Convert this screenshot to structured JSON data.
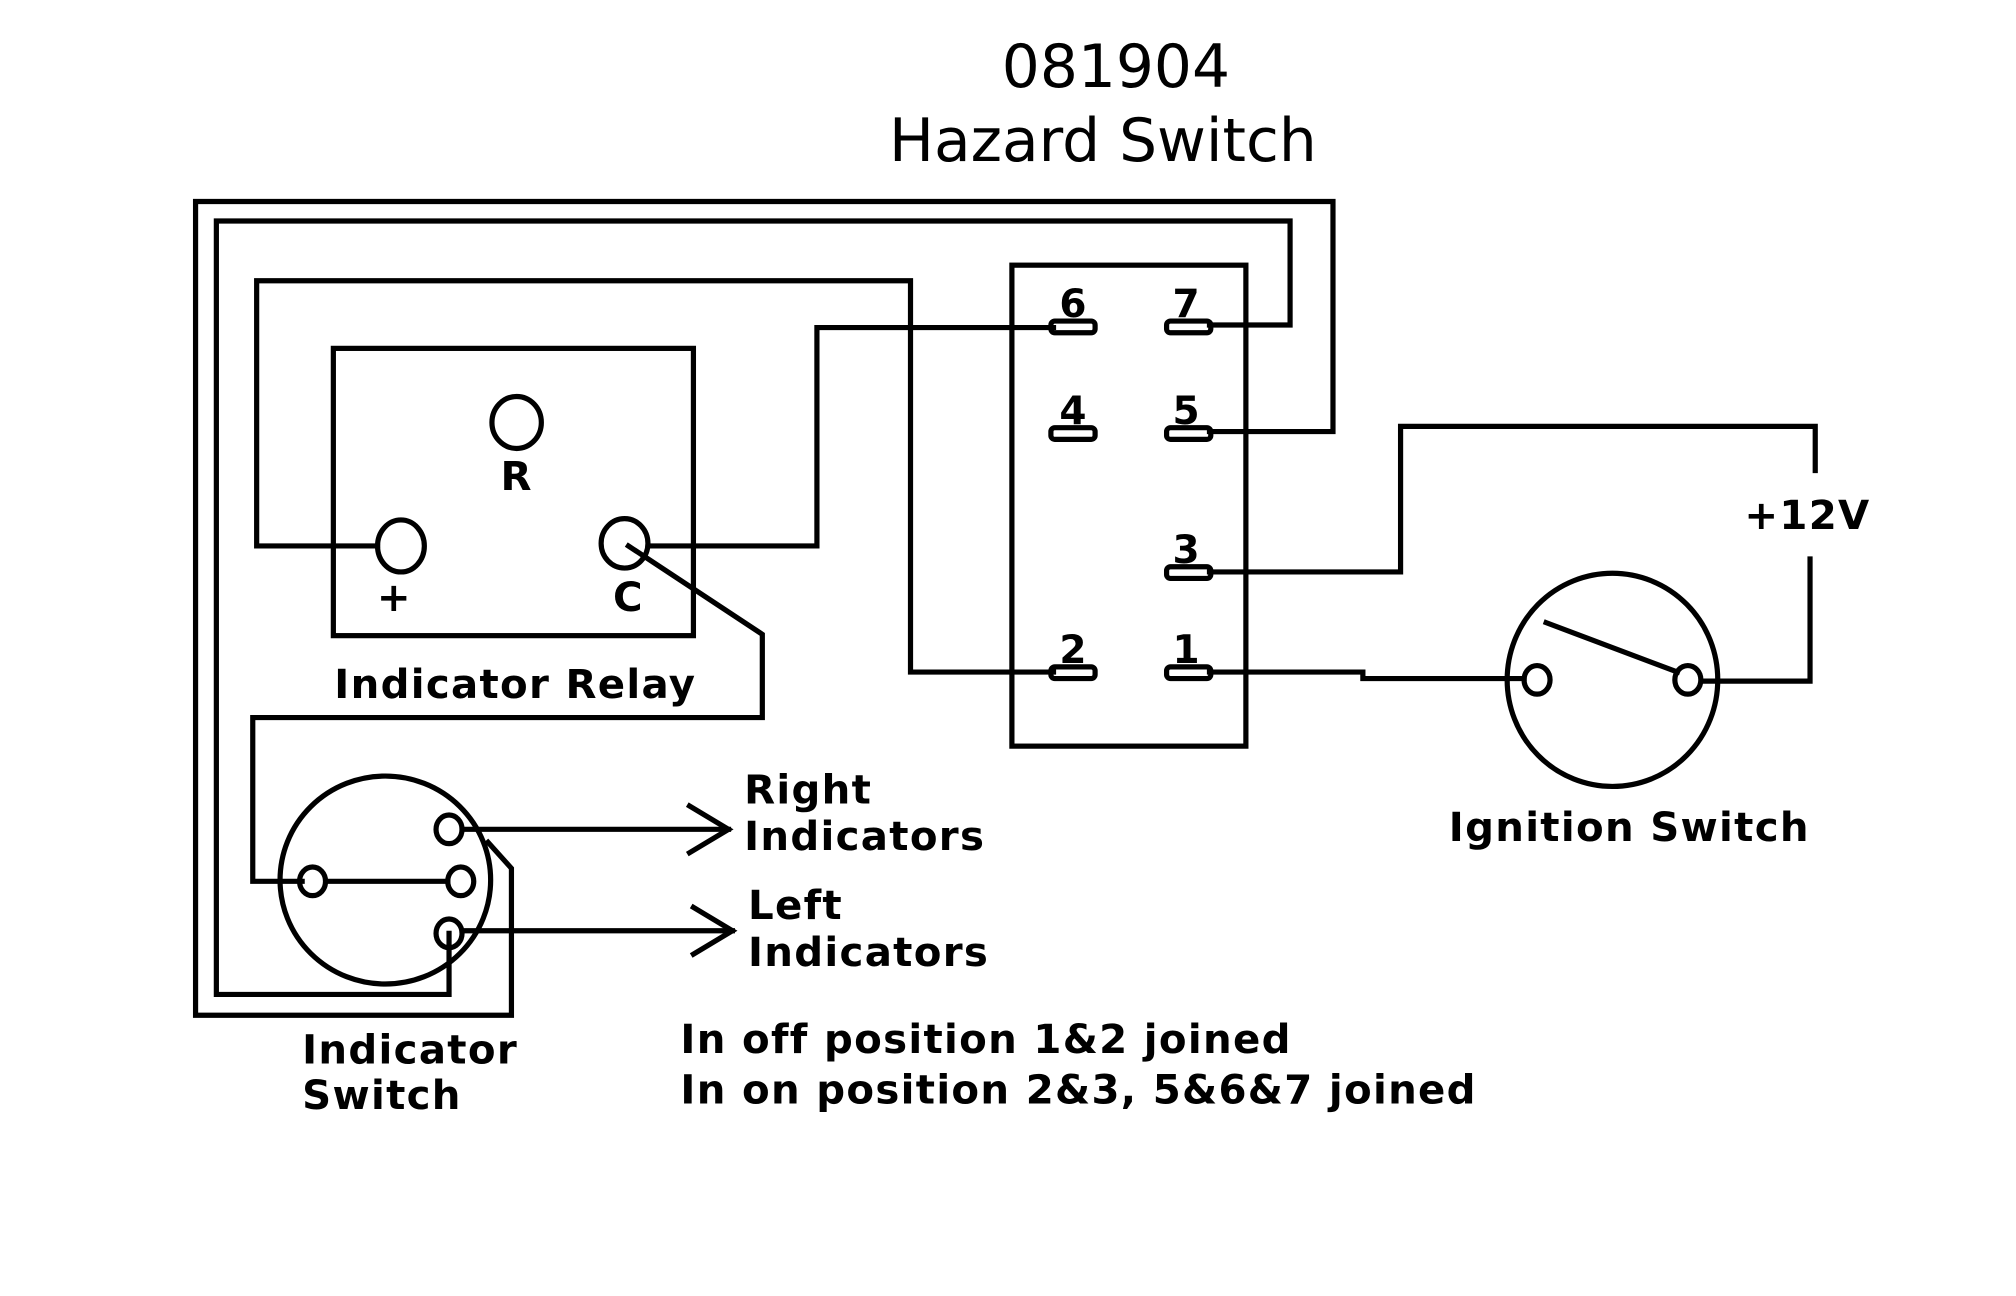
{
  "title": {
    "part_number": "081904",
    "name": "Hazard Switch"
  },
  "components": {
    "indicator_relay": {
      "label": "Indicator Relay",
      "terminals": {
        "r": "R",
        "plus": "+",
        "c": "C"
      }
    },
    "hazard_switch_block": {
      "terminals": [
        "6",
        "7",
        "4",
        "5",
        "3",
        "2",
        "1"
      ]
    },
    "ignition_switch": {
      "label": "Ignition Switch"
    },
    "indicator_switch": {
      "label_line1": "Indicator",
      "label_line2": "Switch"
    },
    "supply": {
      "label": "+12V"
    },
    "outputs": {
      "right_line1": "Right",
      "right_line2": "Indicators",
      "left_line1": "Left",
      "left_line2": "Indicators"
    }
  },
  "notes": {
    "off_position": "In off position 1&2 joined",
    "on_position": "In on position 2&3, 5&6&7 joined"
  }
}
